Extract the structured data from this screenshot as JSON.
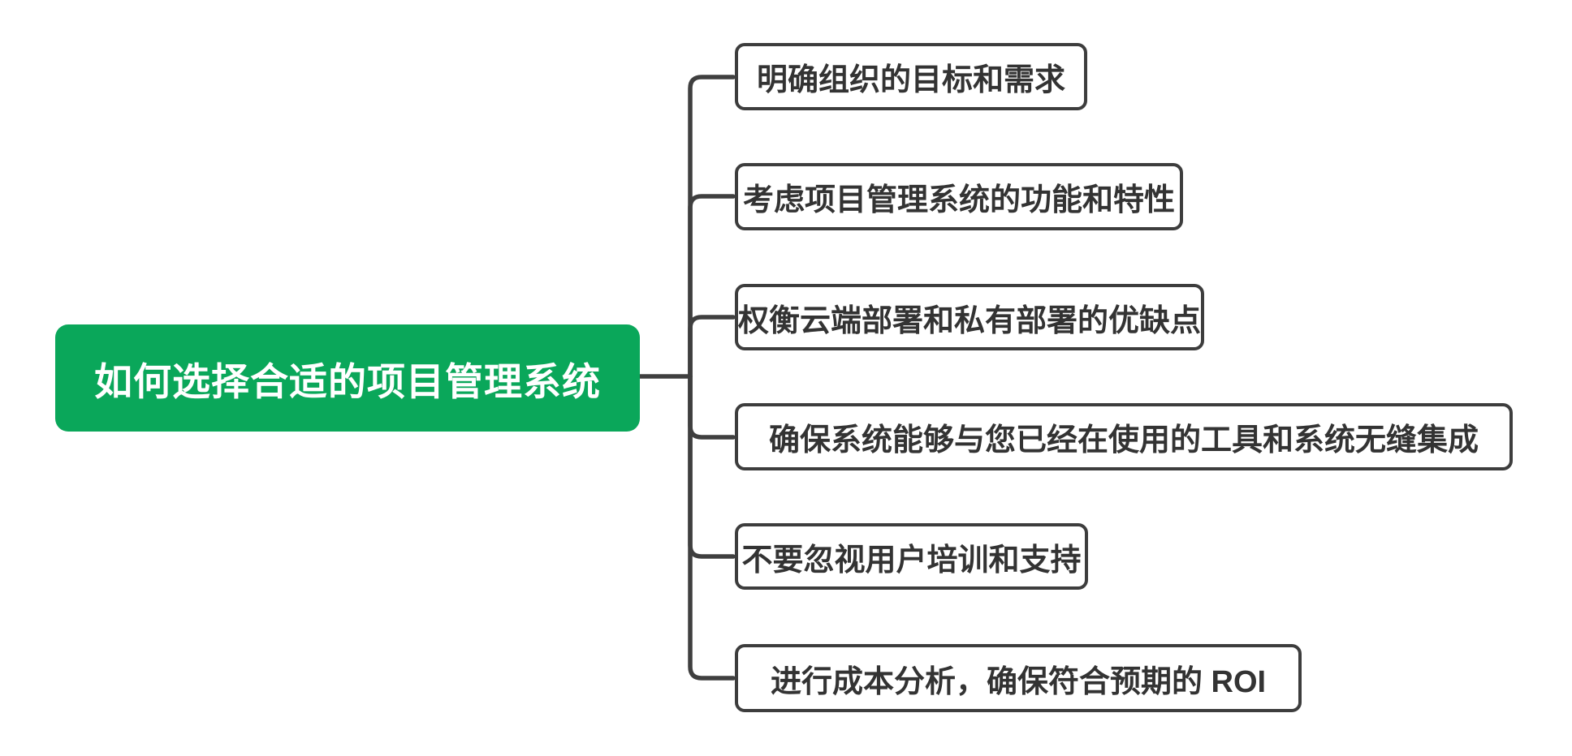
{
  "diagram": {
    "title": "如何选择合适的项目管理系统",
    "root": {
      "label": "如何选择合适的项目管理系统"
    },
    "branches": [
      {
        "label": "明确组织的目标和需求"
      },
      {
        "label": "考虑项目管理系统的功能和特性"
      },
      {
        "label": "权衡云端部署和私有部署的优缺点"
      },
      {
        "label": "确保系统能够与您已经在使用的工具和系统无缝集成"
      },
      {
        "label": "不要忽视用户培训和支持"
      },
      {
        "label": "进行成本分析，确保符合预期的 ROI"
      }
    ],
    "colors": {
      "root_background": "#0aa75a",
      "root_text": "#ffffff",
      "branch_border": "#3d3d3d",
      "branch_text": "#333333",
      "connector": "#3f3f3f",
      "canvas_background": "#ffffff"
    }
  }
}
